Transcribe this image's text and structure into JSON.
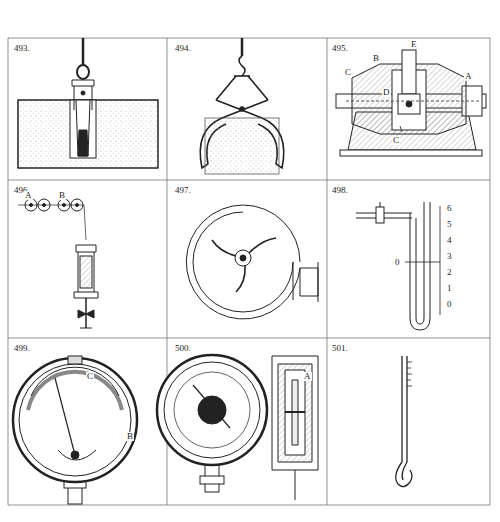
{
  "diagram": {
    "labels": [
      "493.",
      "494.",
      "495.",
      "B",
      "E",
      "C",
      "A",
      "D",
      "C",
      "496.",
      "A",
      "B",
      "497.",
      "498.",
      "6",
      "5",
      "4",
      "3",
      "2",
      "1",
      "0",
      "0",
      "499.",
      "C",
      "B",
      "500.",
      "A",
      "501."
    ]
  }
}
